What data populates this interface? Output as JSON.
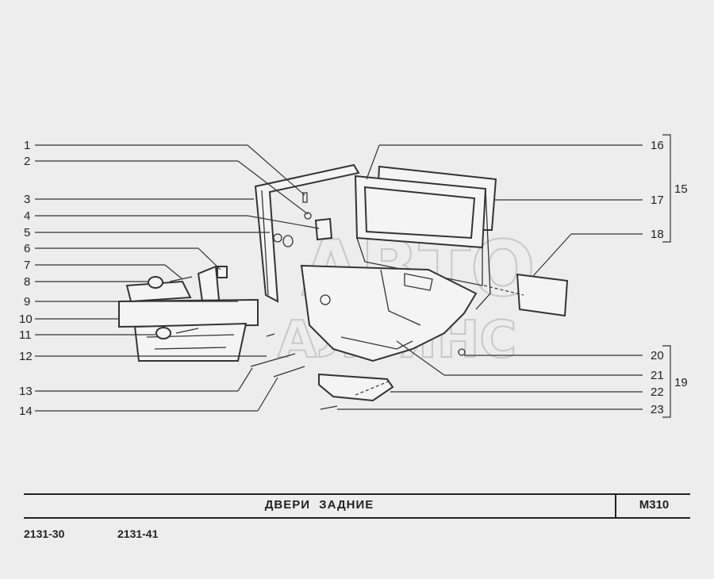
{
  "diagram": {
    "left_labels": [
      "1",
      "2",
      "3",
      "4",
      "5",
      "6",
      "7",
      "8",
      "9",
      "10",
      "11",
      "12",
      "13",
      "14"
    ],
    "right_labels": [
      "16",
      "17",
      "18",
      "20",
      "21",
      "22",
      "23"
    ],
    "group_labels": [
      "15",
      "19"
    ],
    "watermark_line1": "АВТО",
    "watermark_line2": "АЛЬЯНС"
  },
  "title_block": {
    "title": "ДВЕРИ  ЗАДНИЕ",
    "code": "M310"
  },
  "models": [
    "2131-30",
    "2131-41"
  ]
}
